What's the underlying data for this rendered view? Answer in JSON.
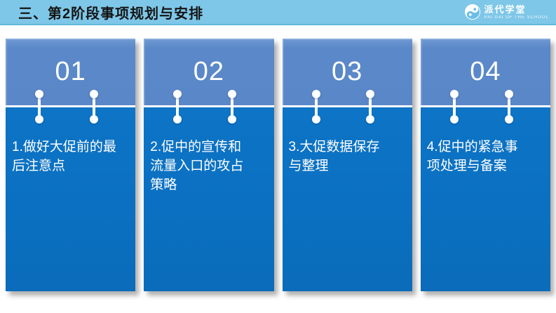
{
  "header": {
    "title": "三、第2阶段事项规划与安排",
    "logo": {
      "name": "派代学堂",
      "subtitle": "PAI DAI OF THE SCHOOL",
      "icon": "paidai-swirl-icon"
    }
  },
  "cards": [
    {
      "number": "01",
      "text": "1.做好大促前的最\n后注意点"
    },
    {
      "number": "02",
      "text": "2.促中的宣传和\n流量入口的攻占\n策略"
    },
    {
      "number": "03",
      "text": "3.大促数据保存\n与整理"
    },
    {
      "number": "04",
      "text": "4.促中的紧急事\n项处理与备案"
    }
  ],
  "colors": {
    "header_background": "#7EC7E8",
    "header_accent_strip": "#62B8D8",
    "title_text": "#151515",
    "card_top": "#5B88C9",
    "card_bottom": "#0B70C1",
    "divider": "#FFFFFF",
    "card_text": "#FFFFFF"
  }
}
